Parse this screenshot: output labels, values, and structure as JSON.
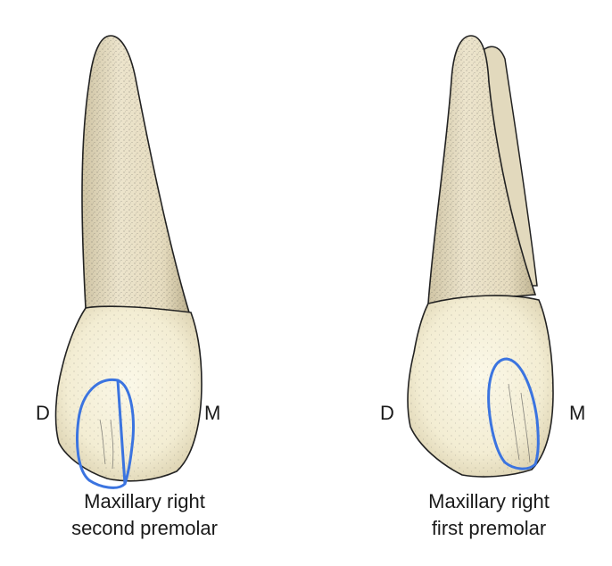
{
  "colors": {
    "root": "#e8e0c8",
    "crown": "#f6f1da",
    "stipple": "#3a3a3a",
    "outline": "#222222",
    "highlight_ring": "#3b74e0"
  },
  "teeth": [
    {
      "distal_label": "D",
      "mesial_label": "M",
      "caption_line1": "Maxillary right",
      "caption_line2": "second premolar"
    },
    {
      "distal_label": "D",
      "mesial_label": "M",
      "caption_line1": "Maxillary right",
      "caption_line2": "first premolar"
    }
  ]
}
